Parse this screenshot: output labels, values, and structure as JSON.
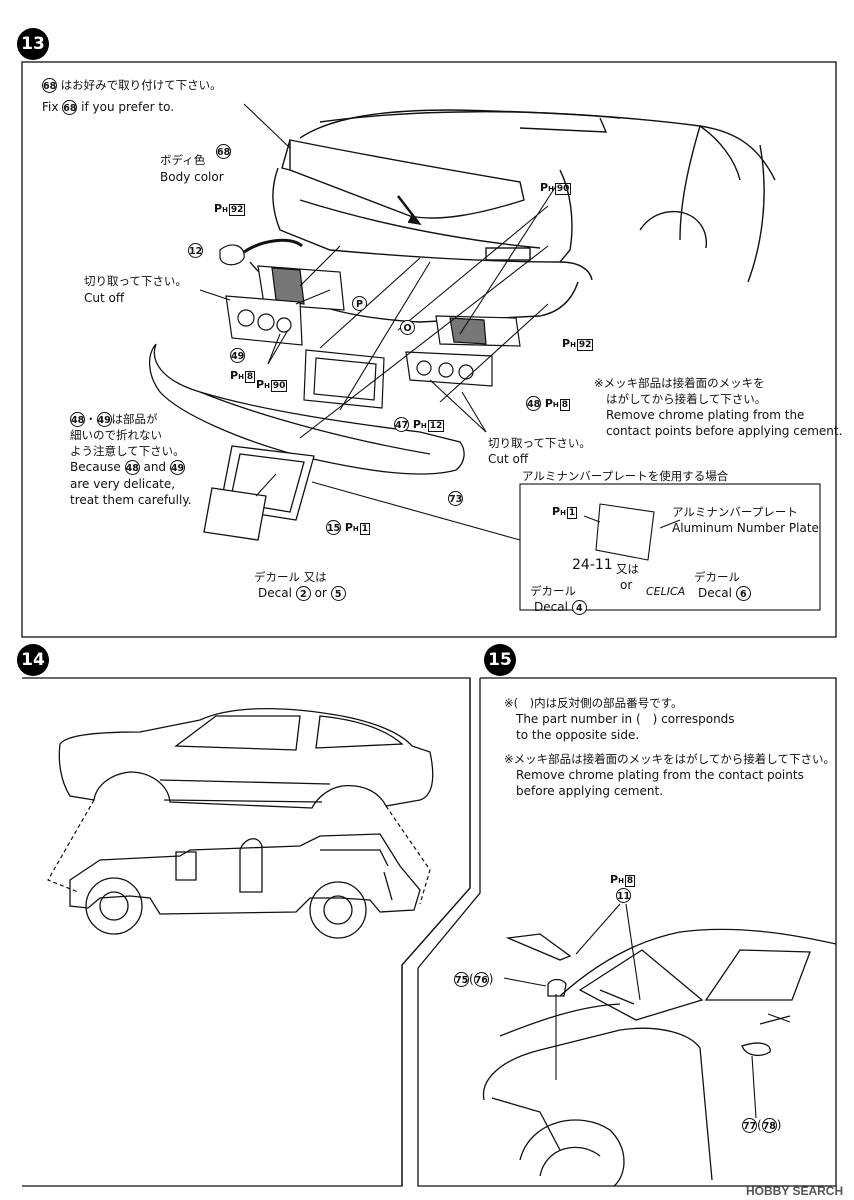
{
  "steps": {
    "s13": {
      "number": "13",
      "note_jp_num": "68",
      "note_jp_text": "はお好みで取り付けて下さい。",
      "note_en_pre": "Fix",
      "note_en_num": "68",
      "note_en_post": "if you prefer to.",
      "body_color_jp": "ボディ色",
      "body_color_en": "Body color",
      "body_color_num": "68",
      "cutoff1_jp": "切り取って下さい。",
      "cutoff1_en": "Cut off",
      "cutoff2_jp": "切り取って下さい。",
      "cutoff2_en": "Cut off",
      "care_jp1": "は部品が",
      "care_jp2": "細いので折れない",
      "care_jp3": "よう注意して下さい。",
      "care_en1": "Because",
      "care_en_and": "and",
      "care_en3": "are very delicate,",
      "care_en4": "treat them carefully.",
      "chrome_jp1": "※メッキ部品は接着面のメッキを",
      "chrome_jp2": "はがしてから接着して下さい。",
      "chrome_en1": "Remove chrome plating from the",
      "chrome_en2": "contact points before applying cement.",
      "alu_header": "アルミナンバープレートを使用する場合",
      "alu_plate_jp": "アルミナンバープレート",
      "alu_plate_en": "Aluminum Number Plate",
      "decal_jp": "デカール",
      "decal_en": "Decal",
      "or_jp": "又は",
      "or_en": "or",
      "plate_text": "24-11",
      "celica_text": "CELICA",
      "parts": [
        "12",
        "49",
        "48",
        "47",
        "73",
        "15",
        "2",
        "5",
        "4",
        "6"
      ],
      "ph_prefix": "P",
      "ph_sub": "H",
      "ph_values": [
        "92",
        "90",
        "8",
        "90",
        "92",
        "8",
        "12",
        "1",
        "1"
      ],
      "marker_p": "P",
      "marker_o": "O"
    },
    "s14": {
      "number": "14"
    },
    "s15": {
      "number": "15",
      "note1_jp": "※(　)内は反対側の部品番号です。",
      "note1_en1": "The part number in (　) corresponds",
      "note1_en2": "to the opposite side.",
      "note2_jp": "※メッキ部品は接着面のメッキをはがしてから接着して下さい。",
      "note2_en1": "Remove chrome plating from the contact points",
      "note2_en2": "before applying cement.",
      "ph_value": "8",
      "part_11": "11",
      "part_75": "75",
      "part_76": "76",
      "part_77": "77",
      "part_78": "78"
    }
  },
  "watermark": "HOBBY SEARCH"
}
